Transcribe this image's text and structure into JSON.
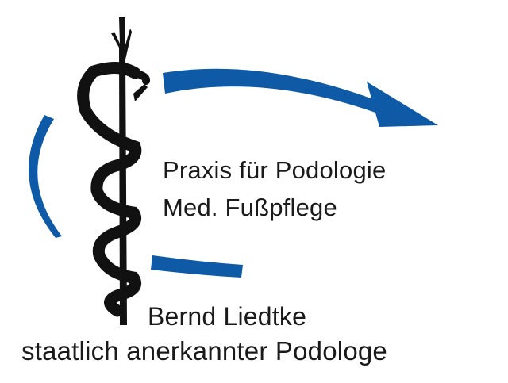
{
  "logo": {
    "line1": "Praxis für Podologie",
    "line2": "Med. Fußpflege",
    "name": "Bernd Liedtke",
    "title": "staatlich anerkannter Podologe"
  },
  "colors": {
    "blue": "#0e5aa6",
    "black": "#111111"
  },
  "icons": [
    "rod-of-asclepius-icon",
    "arrow-icon"
  ]
}
